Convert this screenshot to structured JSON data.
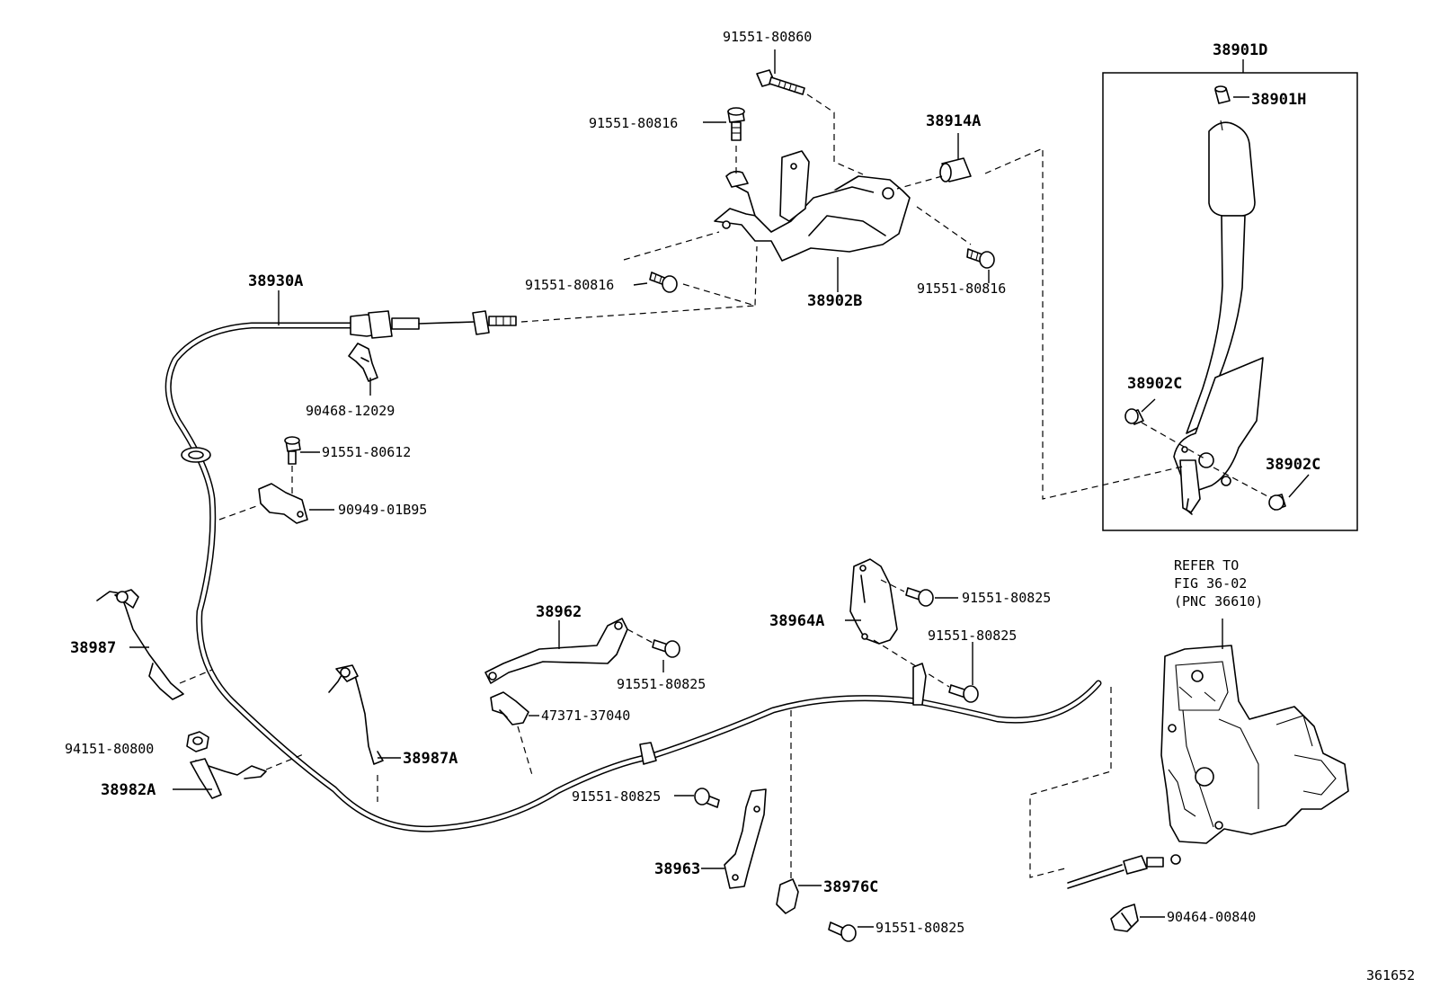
{
  "diagram": {
    "figure_number": "361652",
    "reference_note": {
      "line1": "REFER TO",
      "line2": "FIG 36-02",
      "line3": "(PNC 36610)"
    },
    "labels": {
      "p91551_80860": "91551-80860",
      "p91551_80816_top": "91551-80816",
      "p38914A": "38914A",
      "p38901D": "38901D",
      "p38901H": "38901H",
      "p38930A": "38930A",
      "p91551_80816_left": "91551-80816",
      "p38902B": "38902B",
      "p91551_80816_right": "91551-80816",
      "p90468_12029": "90468-12029",
      "p91551_80612": "91551-80612",
      "p90949_01B95": "90949-01B95",
      "p38902C_upper": "38902C",
      "p38902C_lower": "38902C",
      "p38987": "38987",
      "p38962": "38962",
      "p91551_80825_a": "91551-80825",
      "p38964A": "38964A",
      "p91551_80825_b": "91551-80825",
      "p91551_80825_c": "91551-80825",
      "p47371_37040": "47371-37040",
      "p94151_80800": "94151-80800",
      "p38987A": "38987A",
      "p38982A": "38982A",
      "p91551_80825_d": "91551-80825",
      "p38963": "38963",
      "p38976C": "38976C",
      "p91551_80825_e": "91551-80825",
      "p90464_00840": "90464-00840"
    }
  }
}
